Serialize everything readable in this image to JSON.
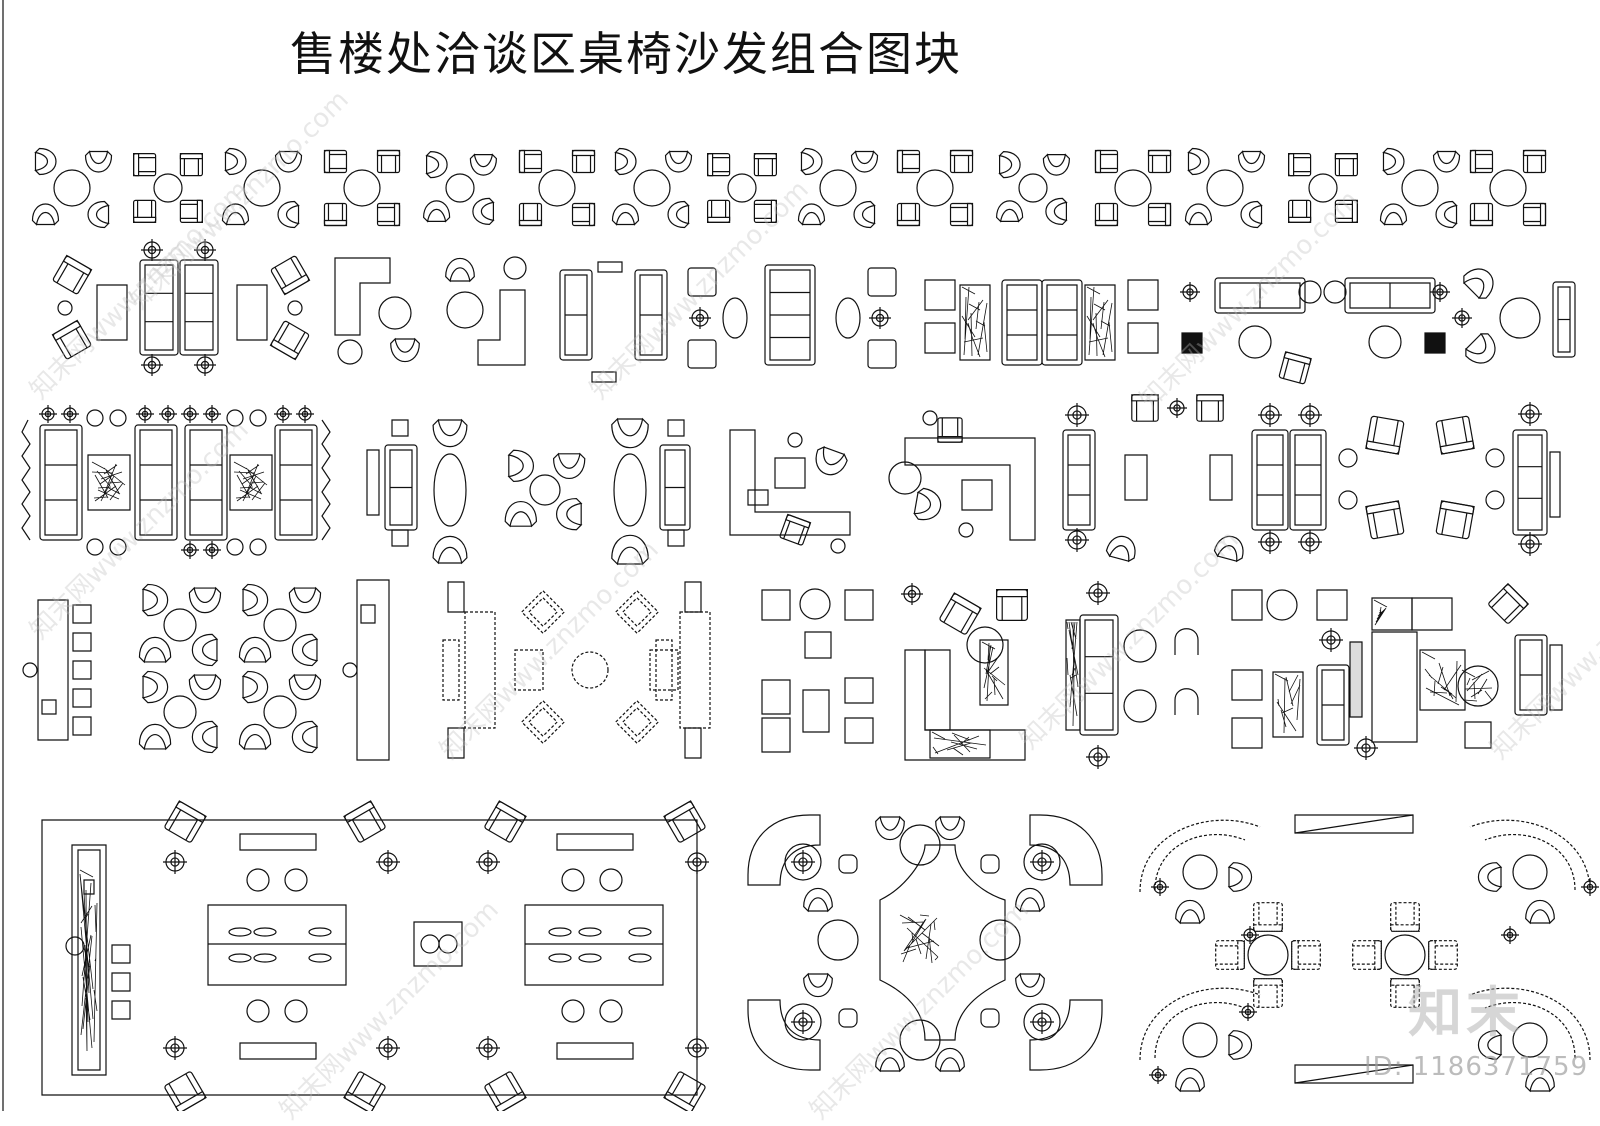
{
  "title": "售楼处洽谈区桌椅沙发组合图块",
  "brand": "知末",
  "id_label": "ID: 1186371759",
  "watermark": "知末网www.znzmo.com",
  "colors": {
    "line": "#111111",
    "watermark": "#bdbdbd",
    "background": "#ffffff"
  }
}
